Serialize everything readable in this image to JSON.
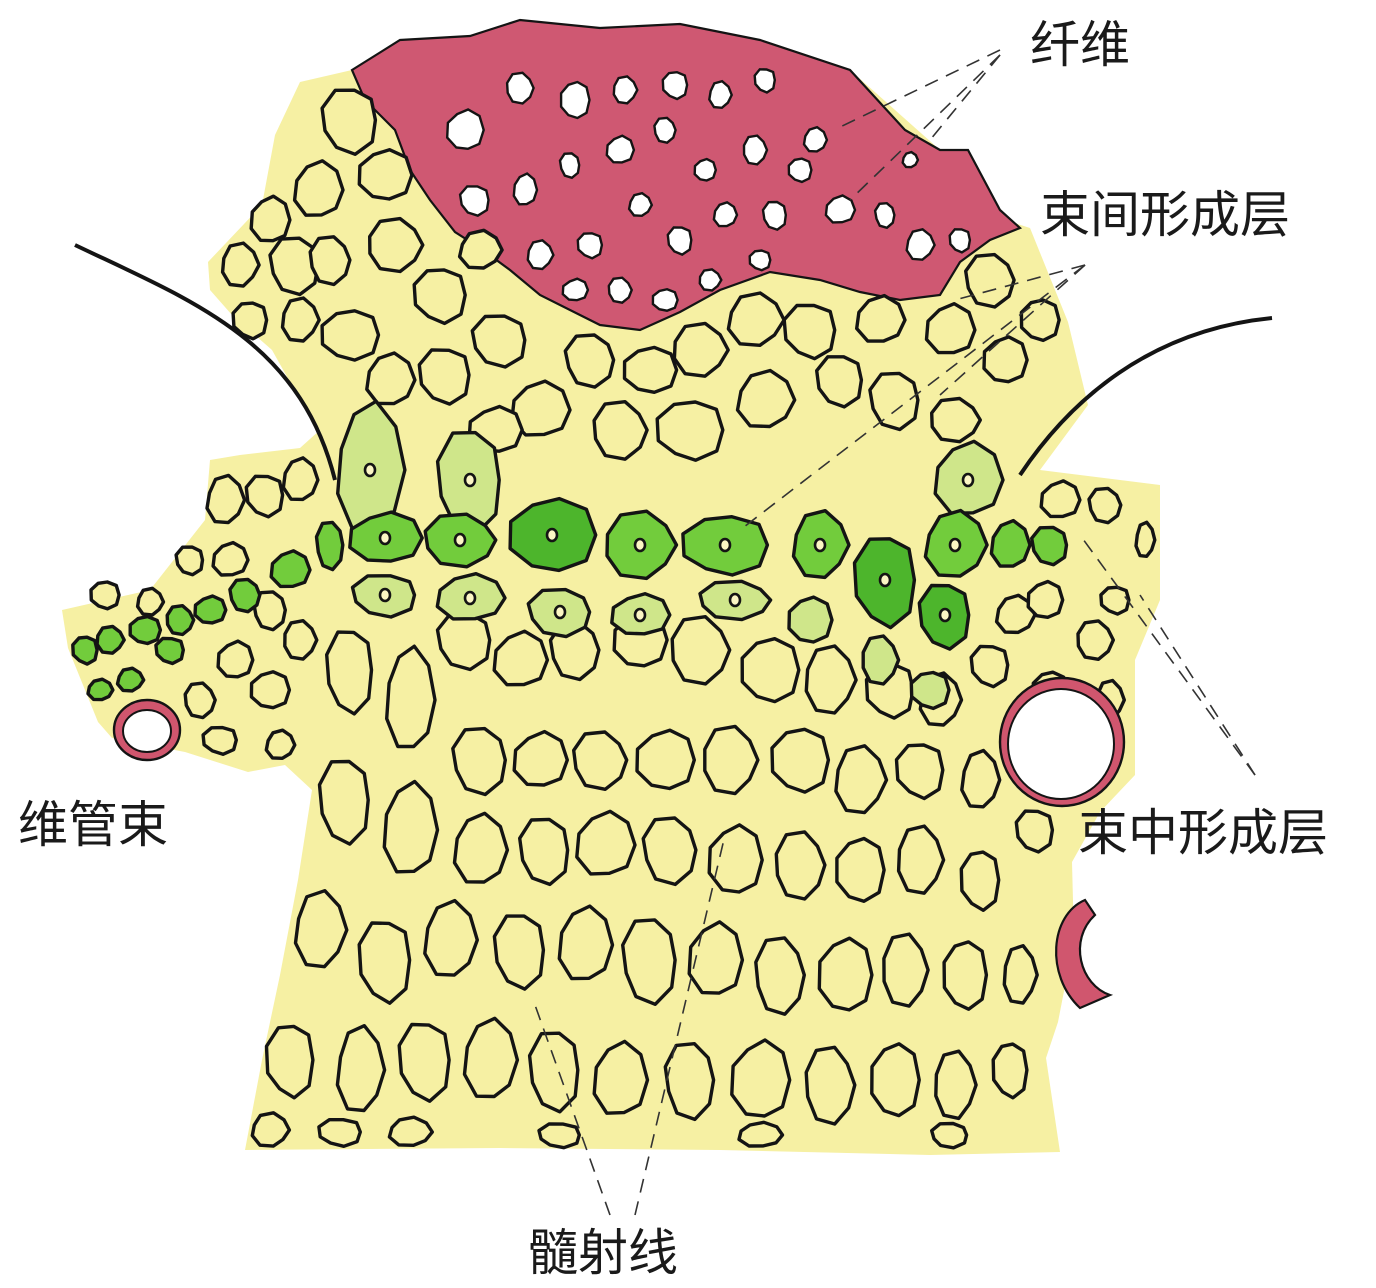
{
  "labels": {
    "fiber": "纤维",
    "interfascicular_cambium": "束间形成层",
    "vascular_bundle": "维管束",
    "fascicular_cambium": "束中形成层",
    "medullary_ray": "髓射线"
  },
  "colors": {
    "parenchyma": "#f6f0a3",
    "cambium": "#72cc3c",
    "cambium_dark": "#4db52c",
    "cambium_light": "#cfe68a",
    "fiber_wall": "#cf5872",
    "xylem_wall": "#d0566e",
    "cell_wall": "#141414",
    "background": "#ffffff"
  }
}
